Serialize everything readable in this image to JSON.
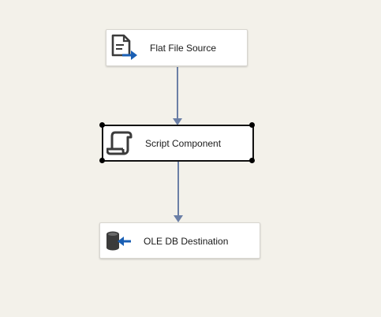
{
  "nodes": [
    {
      "id": "flat-file-source",
      "label": "Flat File Source",
      "icon": "flat-file-source-icon",
      "selected": false
    },
    {
      "id": "script-component",
      "label": "Script Component",
      "icon": "script-component-icon",
      "selected": true
    },
    {
      "id": "ole-db-destination",
      "label": "OLE DB Destination",
      "icon": "ole-db-destination-icon",
      "selected": false
    }
  ],
  "colors": {
    "background": "#f3f1ea",
    "connector": "#6b7fa6",
    "icon_dark": "#3b3b3b",
    "icon_accent": "#1a5fb4"
  }
}
